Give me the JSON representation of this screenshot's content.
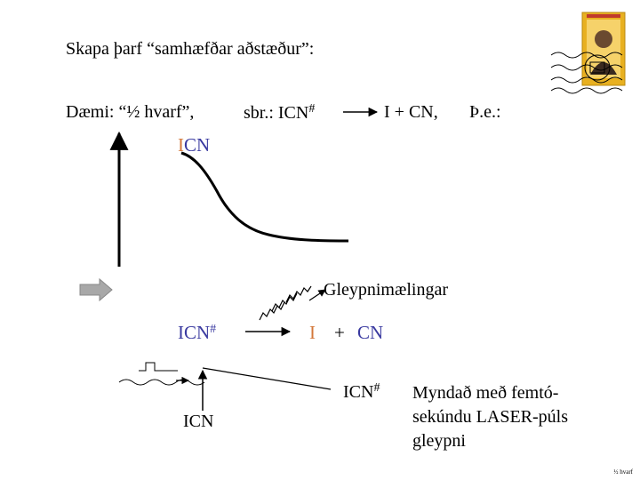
{
  "title": "Skapa þarf “samhæfðar aðstæður”:",
  "example": {
    "label": "Dæmi: “½ hvarf”,",
    "cf": "sbr.: ICN",
    "cf_sup": "#",
    "products": "I + CN,",
    "ie": "Þ.e.:"
  },
  "curve_label": {
    "first": "I",
    "rest": "CN"
  },
  "absorption_label": "Gleypnimælingar",
  "reaction": {
    "reactant": "ICN",
    "reactant_sup": "#",
    "product_i": "I",
    "plus": "+",
    "product_cn": "CN"
  },
  "energy_diagram": {
    "upper_label": "ICN",
    "upper_sup": "#",
    "lower_label": "ICN"
  },
  "note_lines": [
    "Myndað með femtó-",
    "sekúndu LASER-púls",
    "gleypni"
  ],
  "footer": "½ hvarf",
  "colors": {
    "blue": "#3a3aa0",
    "orange": "#d4783a",
    "block_arrow": "#a8a8a8",
    "stamp_yellow": "#e8b020"
  },
  "icons": [
    "postage-stamp-icon",
    "postmark-wavy-lines-icon",
    "block-arrow-icon",
    "light-wave-icon",
    "laser-pulse-icon"
  ]
}
